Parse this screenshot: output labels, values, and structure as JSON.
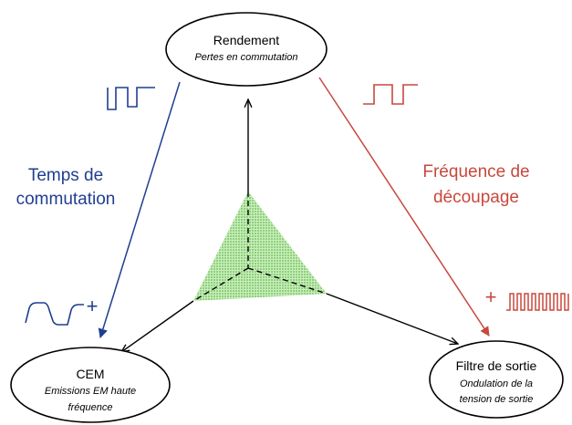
{
  "nodes": {
    "rendement": {
      "title": "Rendement",
      "subtitle": "Pertes en commutation"
    },
    "cem": {
      "title": "CEM",
      "subtitle_line1": "Emissions EM haute",
      "subtitle_line2": "fréquence"
    },
    "filtre": {
      "title": "Filtre de sortie",
      "subtitle_line1": "Ondulation de la",
      "subtitle_line2": "tension de sortie"
    }
  },
  "edges": {
    "temps": {
      "line1": "Temps de",
      "line2": "commutation",
      "plus": "+"
    },
    "frequence": {
      "line1": "Fréquence de",
      "line2": "découpage",
      "plus": "+"
    }
  },
  "icons": {
    "slow_edge_top": "slow-edge-waveform-icon",
    "square_wave_top": "square-wave-icon",
    "slow_edge_bottom": "rounded-wave-icon",
    "high_freq_wave": "high-frequency-wave-icon"
  },
  "colors": {
    "blue": "#1f3f8f",
    "red": "#c8483d",
    "triangle_fill": "#9bd68a",
    "axis": "#000000"
  }
}
